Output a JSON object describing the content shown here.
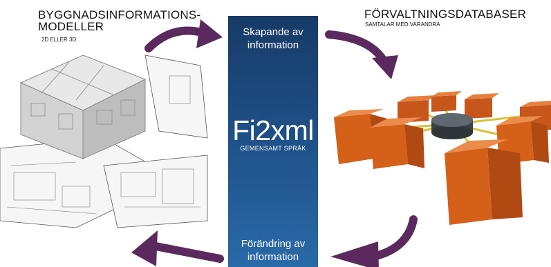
{
  "bim": {
    "title_line1": "BYGGNADSINFORMATIONS-",
    "title_line2": "MODELLER",
    "subtitle": "2D ELLER 3D"
  },
  "database": {
    "title": "FÖRVALTNINGSDATABASER",
    "subtitle": "SAMTALAR MED VARANDRA"
  },
  "center": {
    "top_label": "Skapande av information",
    "brand": "Fi2xml",
    "brand_subtitle": "GEMENSAMT SPRÅK",
    "bottom_label": "Förändring av information"
  },
  "colors": {
    "arrow": "#5a2a5e",
    "column": "#1e4f86",
    "cube": "#d4601a",
    "hub": "#3a4248"
  }
}
